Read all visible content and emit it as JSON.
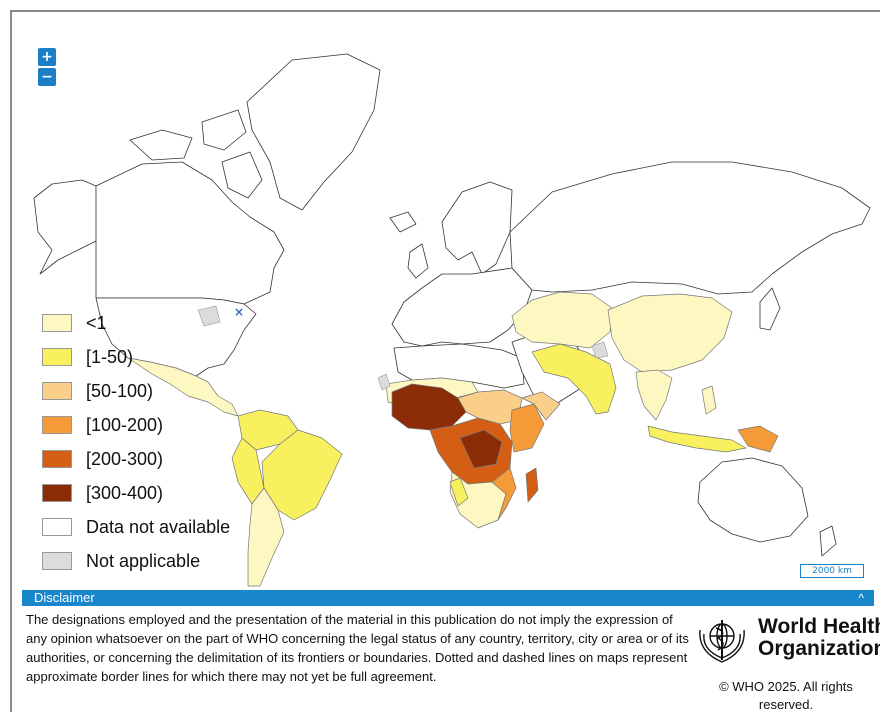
{
  "zoom": {
    "in_label": "+",
    "out_label": "−"
  },
  "legend": [
    {
      "label": "<1",
      "color": "#fdf8c2"
    },
    {
      "label": "[1-50)",
      "color": "#f8f05f"
    },
    {
      "label": "[50-100)",
      "color": "#f9cf8a"
    },
    {
      "label": "[100-200)",
      "color": "#f59a38"
    },
    {
      "label": "[200-300)",
      "color": "#d45f14"
    },
    {
      "label": "[300-400)",
      "color": "#8b2c06"
    },
    {
      "label": "Data not available",
      "color": "#ffffff"
    },
    {
      "label": "Not applicable",
      "color": "#dcdcdc"
    }
  ],
  "scale_bar": {
    "label": "2000 km"
  },
  "disclaimer": {
    "title": "Disclaimer",
    "toggle": "^",
    "text": "The designations employed and the presentation of the material in this publication do not imply the expression of any opinion whatsoever on the part of WHO concerning the legal status of any country, territory, city or area or of its authorities, or concerning the delimitation of its frontiers or boundaries. Dotted and dashed lines on maps represent approximate border lines for which there may not yet be full agreement."
  },
  "organization": {
    "name_line1": "World Health",
    "name_line2": "Organization",
    "copyright": "© WHO 2025. All rights reserved."
  }
}
